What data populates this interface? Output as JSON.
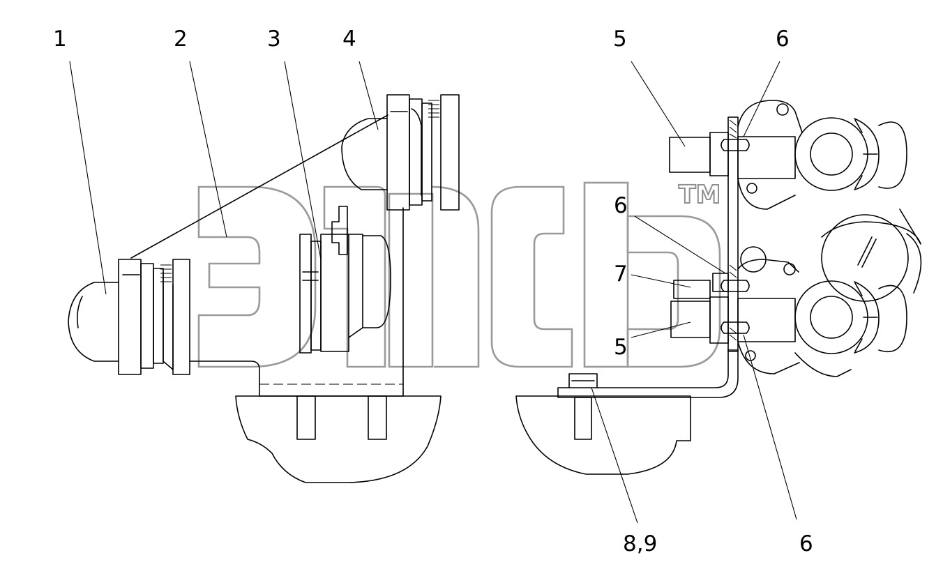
{
  "callouts": {
    "c1": "1",
    "c2": "2",
    "c3": "3",
    "c4": "4",
    "c5_top": "5",
    "c6_top": "6",
    "c6_mid": "6",
    "c7": "7",
    "c5_mid": "5",
    "c89": "8,9",
    "c6_bottom": "6"
  },
  "watermark": {
    "trademark": "TM"
  },
  "colors": {
    "line": "#000000",
    "watermark": "#9a9a9a",
    "background": "#ffffff"
  }
}
